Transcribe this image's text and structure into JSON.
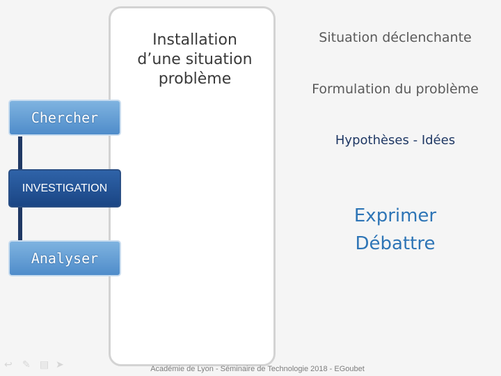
{
  "panel": {
    "title_line1": "Installation",
    "title_line2": "d’une situation",
    "title_line3": "problème"
  },
  "right": {
    "situation": "Situation déclenchante",
    "formulation": "Formulation du problème",
    "hypotheses": "Hypothèses - Idées",
    "exprimer": "Exprimer",
    "debattre": "Débattre"
  },
  "steps": {
    "chercher": "Chercher",
    "investigation": "INVESTIGATION",
    "analyser": "Analyser"
  },
  "footer": "Académie de Lyon - Séminaire de Technologie 2018 - EGoubet",
  "nav_icons": [
    "back-arrow-icon",
    "pen-icon",
    "menu-icon",
    "forward-arrow-icon"
  ],
  "colors": {
    "step_light": "#5b9bd5",
    "step_dark": "#1f4e8f",
    "connector": "#1f3864",
    "exprimer": "#2e75b6"
  }
}
